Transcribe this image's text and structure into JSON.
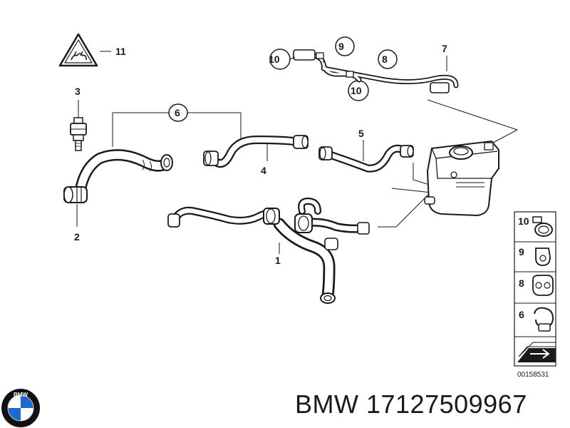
{
  "callouts": {
    "c1": "1",
    "c2": "2",
    "c3": "3",
    "c4": "4",
    "c5": "5",
    "c6": "6",
    "c7": "7",
    "c8": "8",
    "c9": "9",
    "c10a": "10",
    "c10b": "10",
    "c11": "11"
  },
  "legend": {
    "items": [
      {
        "number": "10",
        "icon": "hose-clamp-icon"
      },
      {
        "number": "9",
        "icon": "clip-icon"
      },
      {
        "number": "8",
        "icon": "double-clip-icon"
      },
      {
        "number": "6",
        "icon": "spring-clamp-icon"
      }
    ],
    "arrow_icon": "arrow-icon"
  },
  "reference_number": "00158531",
  "caption": "BMW 17127509967",
  "logo": {
    "text": "BMW",
    "colors": {
      "blue": "#1c69d4",
      "white": "#ffffff",
      "ring": "#111111"
    }
  }
}
